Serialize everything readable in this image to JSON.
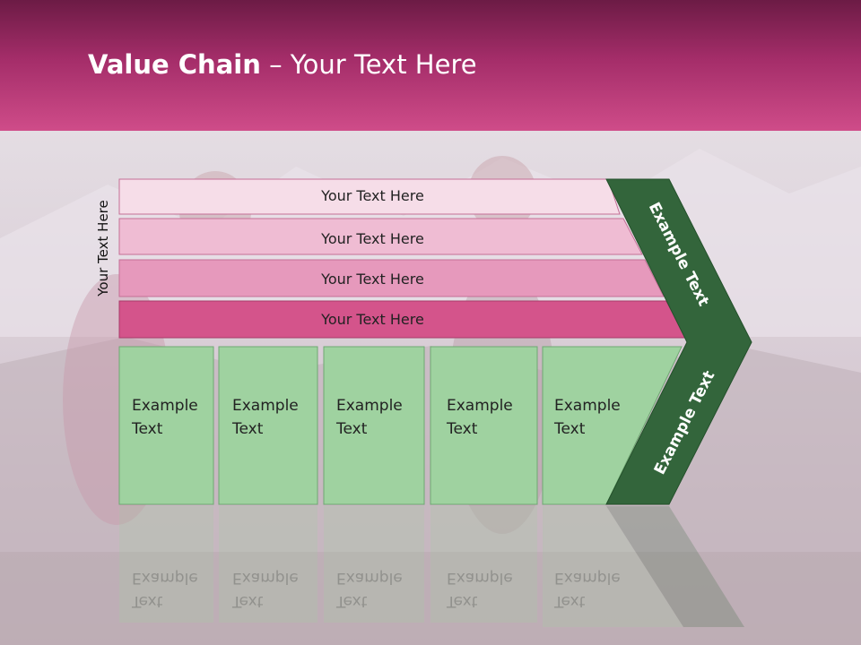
{
  "title": {
    "bold": "Value Chain",
    "rest": " – Your Text Here"
  },
  "side_label": "Your Text Here",
  "bars": [
    {
      "label": "Your Text Here",
      "color": "#f6dde8"
    },
    {
      "label": "Your Text Here",
      "color": "#efbcd3"
    },
    {
      "label": "Your Text Here",
      "color": "#e699bc"
    },
    {
      "label": "Your Text Here",
      "color": "#d4548b"
    }
  ],
  "cells": [
    {
      "line1": "Example",
      "line2": "Text"
    },
    {
      "line1": "Example",
      "line2": "Text"
    },
    {
      "line1": "Example",
      "line2": "Text"
    },
    {
      "line1": "Example",
      "line2": "Text"
    },
    {
      "line1": "Example",
      "line2": "Text"
    }
  ],
  "arrow": {
    "upper_label": "Example Text",
    "lower_label": "Example Text",
    "color": "#33653b"
  },
  "colors": {
    "cell": "#9fd2a0",
    "cell_border": "#6fa872",
    "header": "#b53a76"
  }
}
